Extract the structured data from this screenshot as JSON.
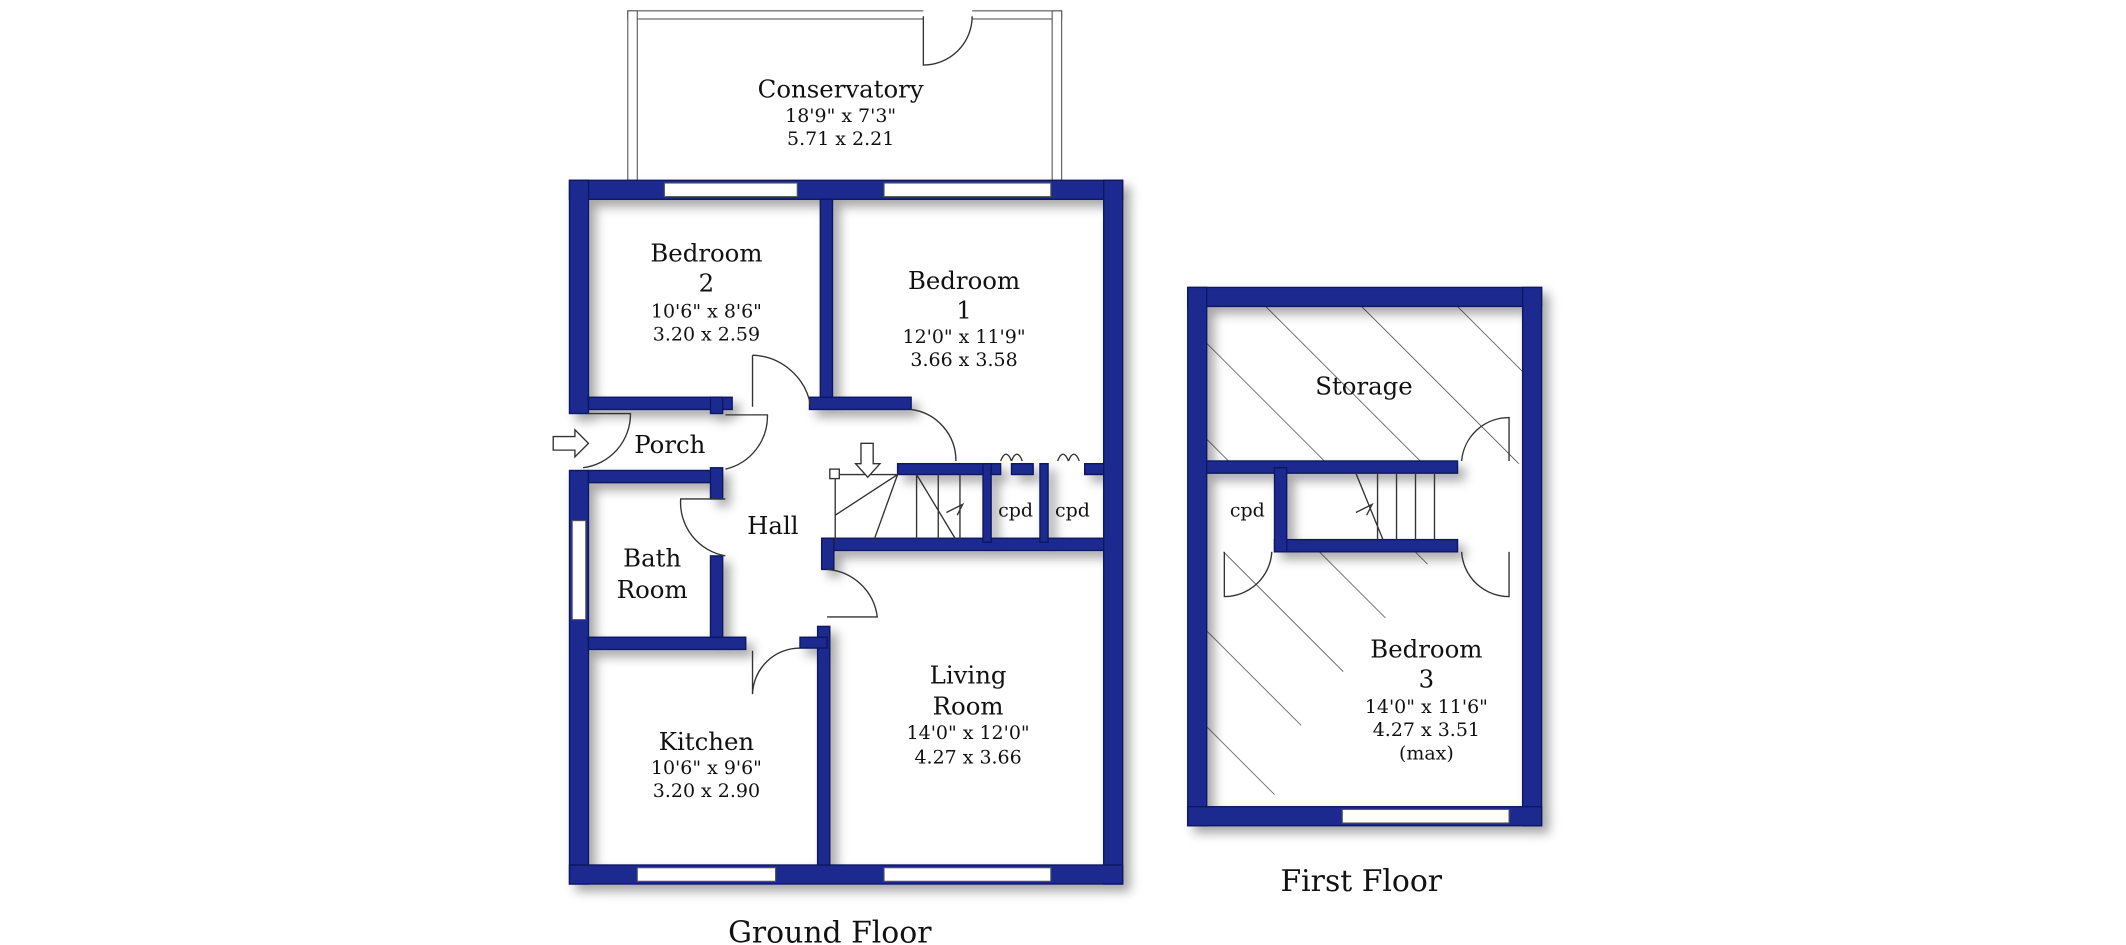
{
  "ground_floor": {
    "title": "Ground Floor",
    "rooms": [
      {
        "name": "Conservatory",
        "imperial": "18'9\" x 7'3\"",
        "metric": "5.71 x 2.21"
      },
      {
        "name": "Bedroom",
        "number": "2",
        "imperial": "10'6\" x 8'6\"",
        "metric": "3.20 x 2.59"
      },
      {
        "name": "Bedroom",
        "number": "1",
        "imperial": "12'0\" x 11'9\"",
        "metric": "3.66 x 3.58"
      },
      {
        "name": "Porch"
      },
      {
        "name": "Hall"
      },
      {
        "name": "Bath",
        "name2": "Room"
      },
      {
        "name": "Kitchen",
        "imperial": "10'6\" x 9'6\"",
        "metric": "3.20 x 2.90"
      },
      {
        "name": "Living",
        "name2": "Room",
        "imperial": "14'0\" x 12'0\"",
        "metric": "4.27 x 3.66"
      }
    ],
    "cupboards": [
      "cpd",
      "cpd"
    ]
  },
  "first_floor": {
    "title": "First Floor",
    "storage": "Storage",
    "cupboard": "cpd",
    "bedroom": {
      "name": "Bedroom",
      "number": "3",
      "imperial": "14'0\" x 11'6\"",
      "metric": "4.27 x 3.51",
      "note": "(max)"
    }
  },
  "colors": {
    "wall": "#1b2b8f"
  }
}
